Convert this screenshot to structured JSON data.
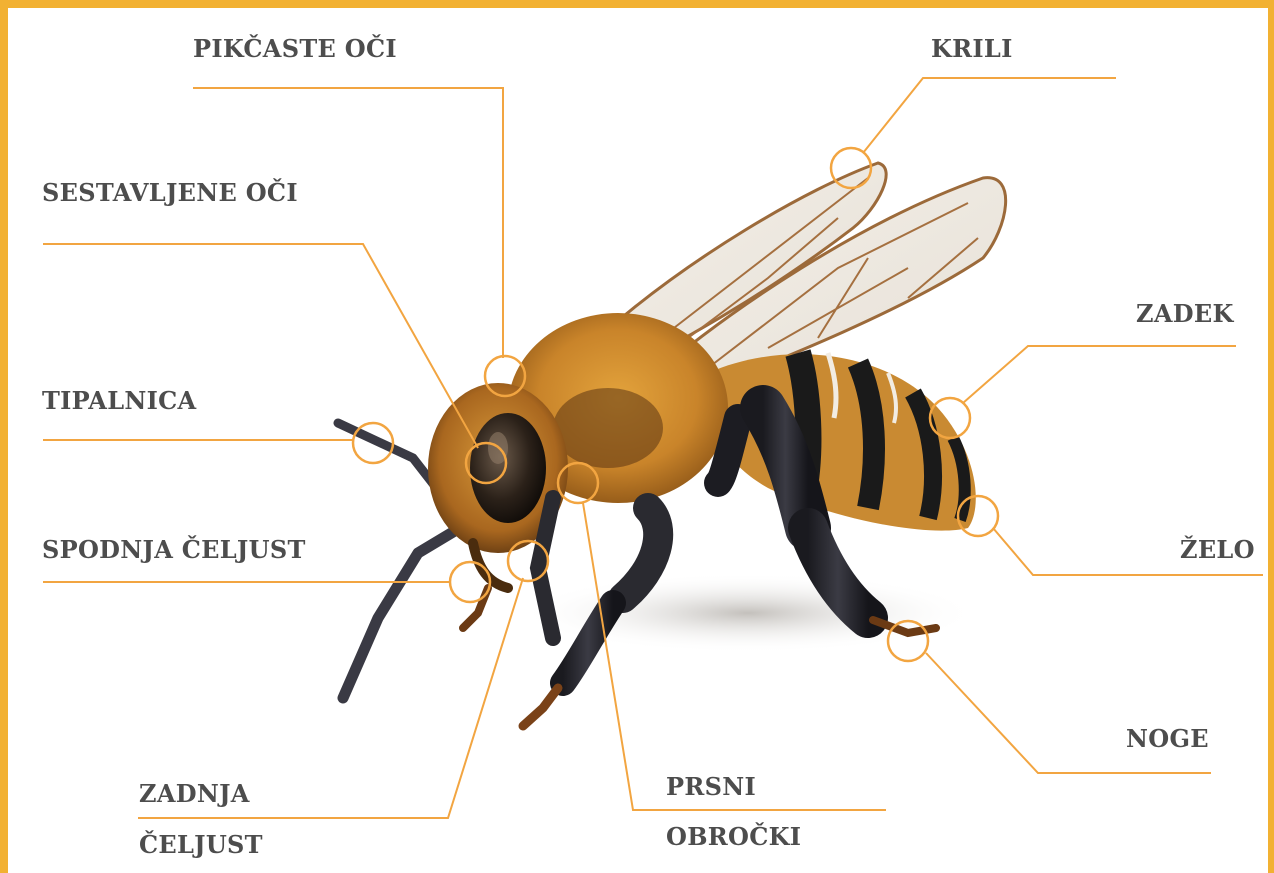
{
  "colors": {
    "frame": "#F2B132",
    "leader": "#F2A541",
    "label": "#4d4d4d"
  },
  "labels": {
    "pikcaste_oci": "PIKČASTE OČI",
    "krili": "KRILI",
    "sestavljene_oci": "SESTAVLJENE OČI",
    "zadek": "ZADEK",
    "tipalnica": "TIPALNICA",
    "spodnja_celjust": "SPODNJA ČELJUST",
    "zelo": "ŽELO",
    "noge": "NOGE",
    "zadnja_celjust_1": "ZADNJA",
    "zadnja_celjust_2": "ČELJUST",
    "prsni_obrocki_1": "PRSNI",
    "prsni_obrocki_2": "OBROČKI"
  }
}
